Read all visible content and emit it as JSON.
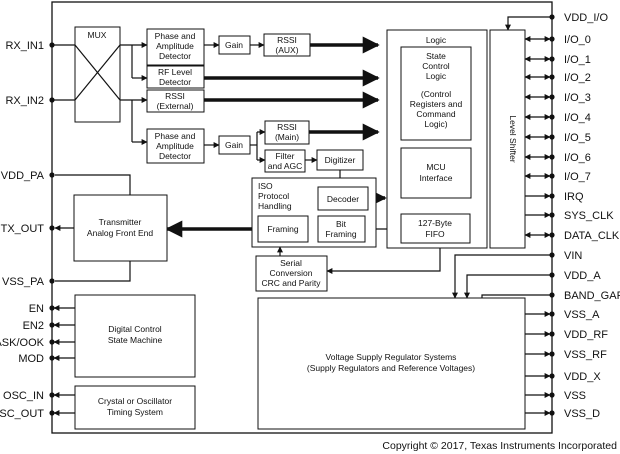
{
  "pins_left": [
    "RX_IN1",
    "RX_IN2",
    "VDD_PA",
    "TX_OUT",
    "VSS_PA",
    "EN",
    "EN2",
    "ASK/OOK",
    "MOD",
    "OSC_IN",
    "OSC_OUT"
  ],
  "pins_right": [
    "VDD_I/O",
    "I/O_0",
    "I/O_1",
    "I/O_2",
    "I/O_3",
    "I/O_4",
    "I/O_5",
    "I/O_6",
    "I/O_7",
    "IRQ",
    "SYS_CLK",
    "DATA_CLK",
    "VIN",
    "VDD_A",
    "BAND_GAP",
    "VSS_A",
    "VDD_RF",
    "VSS_RF",
    "VDD_X",
    "VSS",
    "VSS_D"
  ],
  "blocks": {
    "mux": [
      "MUX"
    ],
    "pad1": [
      "Phase and",
      "Amplitude",
      "Detector"
    ],
    "gain1": [
      "Gain"
    ],
    "rssi_aux": [
      "RSSI",
      "(AUX)"
    ],
    "rf_level": [
      "RF Level",
      "Detector"
    ],
    "rssi_ext": [
      "RSSI",
      "(External)"
    ],
    "pad2": [
      "Phase and",
      "Amplitude",
      "Detector"
    ],
    "gain2": [
      "Gain"
    ],
    "rssi_main": [
      "RSSI",
      "(Main)"
    ],
    "filter_agc": [
      "Filter",
      "and AGC"
    ],
    "digitizer": [
      "Digitizer"
    ],
    "logic_title": [
      "Logic"
    ],
    "state_control": [
      "State",
      "Control",
      "Logic",
      "",
      "(Control",
      "Registers and",
      "Command",
      "Logic)"
    ],
    "mcu": [
      "MCU",
      "Interface"
    ],
    "level_shifter": [
      "Level Shifter"
    ],
    "iso_title": [
      "ISO",
      "Protocol",
      "Handling"
    ],
    "decoder": [
      "Decoder"
    ],
    "framing": [
      "Framing"
    ],
    "bit_framing": [
      "Bit",
      "Framing"
    ],
    "fifo": [
      "127-Byte",
      "FIFO"
    ],
    "tx_afe": [
      "Transmitter",
      "Analog Front End"
    ],
    "serial": [
      "Serial",
      "Conversion",
      "CRC and Parity"
    ],
    "dcsm": [
      "Digital Control",
      "State Machine"
    ],
    "osc": [
      "Crystal or Oscillator",
      "Timing System"
    ],
    "vreg": [
      "Voltage Supply Regulator Systems",
      "(Supply Regulators and Reference Voltages)"
    ]
  },
  "copyright": "Copyright © 2017, Texas Instruments Incorporated"
}
